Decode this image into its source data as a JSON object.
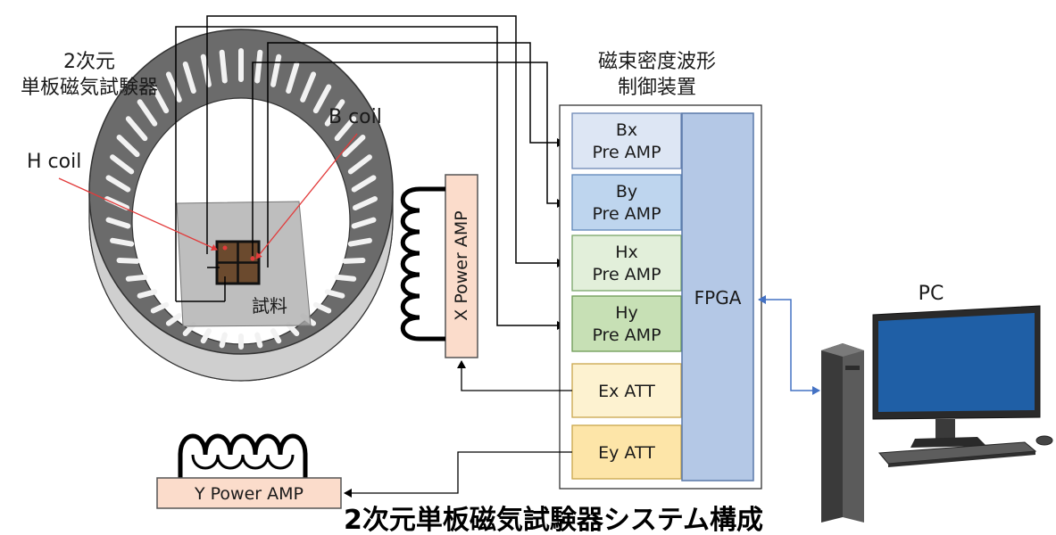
{
  "tester_label": {
    "line1": "2次元",
    "line2": "単板磁気試験器"
  },
  "controller_label": {
    "line1": "磁束密度波形",
    "line2": "制御装置"
  },
  "h_coil_label": "H coil",
  "b_coil_label": "B coil",
  "sample_label": "試料",
  "x_power_amp_label": "X Power AMP",
  "y_power_amp_label": "Y Power AMP",
  "pre_amps": [
    {
      "line1": "Bx",
      "line2": "Pre AMP",
      "fill": "#dde6f4",
      "stroke": "#6d88b5"
    },
    {
      "line1": "By",
      "line2": "Pre AMP",
      "fill": "#bed5ee",
      "stroke": "#5f86b8"
    },
    {
      "line1": "Hx",
      "line2": "Pre AMP",
      "fill": "#e2efda",
      "stroke": "#7aa569"
    },
    {
      "line1": "Hy",
      "line2": "Pre AMP",
      "fill": "#c7e0b5",
      "stroke": "#6d9a55"
    }
  ],
  "attenuators": [
    {
      "label": "Ex ATT",
      "fill": "#fdf2d0",
      "stroke": "#c9a64c"
    },
    {
      "label": "Ey ATT",
      "fill": "#fde5a8",
      "stroke": "#c9a64c"
    }
  ],
  "fpga_label": "FPGA",
  "pc_label": "PC",
  "caption": "2次元単板磁気試験器システム構成",
  "colors": {
    "fpga_fill": "#b4c8e6",
    "fpga_stroke": "#5a78a8",
    "power_amp_fill": "#fbdccb",
    "power_amp_stroke": "#555555",
    "link_arrow": "#4472c4",
    "monitor_screen": "#1f5fa6",
    "ring_top": "#6b6b6b",
    "ring_side": "#cfcfcf",
    "sample": "#a8a8a8",
    "coil_block": "#6b4a2e",
    "pointer_red": "#e23b3b"
  }
}
